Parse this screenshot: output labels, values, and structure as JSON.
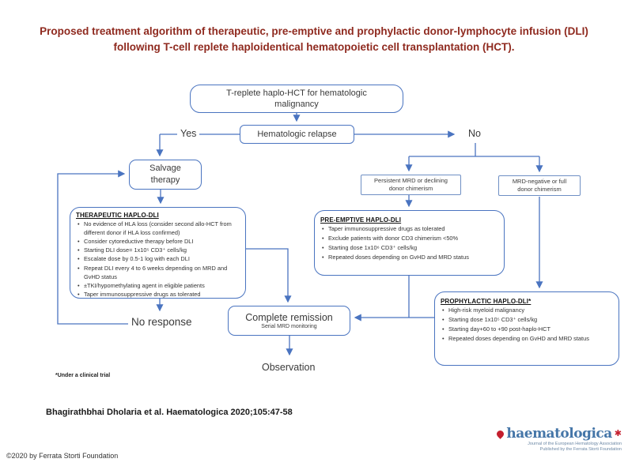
{
  "title": "Proposed treatment algorithm of therapeutic, pre-emptive and prophylactic donor-lymphocyte infusion (DLI) following T-cell replete haploidentical hematopoietic cell transplantation (HCT).",
  "colors": {
    "flow_blue": "#4a74c0",
    "title_red": "#8f2a1f",
    "logo_blue": "#4576a8",
    "logo_red": "#c41f2e"
  },
  "flowchart": {
    "top_box": "T-replete haplo-HCT for hematologic malignancy",
    "relapse_box": "Hematologic relapse",
    "yes_label": "Yes",
    "no_label": "No",
    "salvage_box": "Salvage therapy",
    "persistent_box": "Persistent MRD or declining donor chimerism",
    "mrd_negative_box": "MRD-negative or full donor chimerism",
    "therapeutic": {
      "title": "THERAPEUTIC HAPLO-DLI",
      "bullets": [
        "No evidence of HLA loss (consider second allo-HCT from different donor if HLA loss confirmed)",
        "Consider cytoreductive therapy before DLI",
        "Starting DLI dose= 1x10⁵ CD3⁺ cells/kg",
        "Escalate dose by 0.5-1 log with each DLI",
        "Repeat DLI every 4 to 6 weeks depending on MRD and GvHD status",
        "±TKI/hypomethylating agent in eligible patients",
        "Taper immunosuppressive drugs as tolerated"
      ]
    },
    "preemptive": {
      "title": "PRE-EMPTIVE HAPLO-DLI",
      "bullets": [
        "Taper immunosuppressive drugs as tolerated",
        "Exclude patients with donor CD3 chimerism <50%",
        "Starting dose 1x10⁶ CD3⁺ cells/kg",
        "Repeated doses depending on GvHD and MRD status"
      ]
    },
    "prophylactic": {
      "title": "PROPHYLACTIC HAPLO-DLI*",
      "bullets": [
        "High-risk myeloid malignancy",
        "Starting dose 1x10⁵ CD3⁺ cells/kg",
        "Starting day+60 to +90 post-haplo-HCT",
        "Repeated doses depending on GvHD and MRD status"
      ]
    },
    "complete_remission_box": {
      "title": "Complete remission",
      "subtitle": "Serial MRD monitoring"
    },
    "no_response_label": "No response",
    "observation_label": "Observation",
    "footnote": "*Under a clinical trial"
  },
  "citation": "Bhagirathbhai Dholaria et al. Haematologica 2020;105:47-58",
  "copyright": "©2020 by Ferrata Storti Foundation",
  "logo": {
    "name": "haematologica",
    "tagline1": "Journal of the European Hematology Association",
    "tagline2": "Published by the Ferrata Storti Foundation"
  }
}
